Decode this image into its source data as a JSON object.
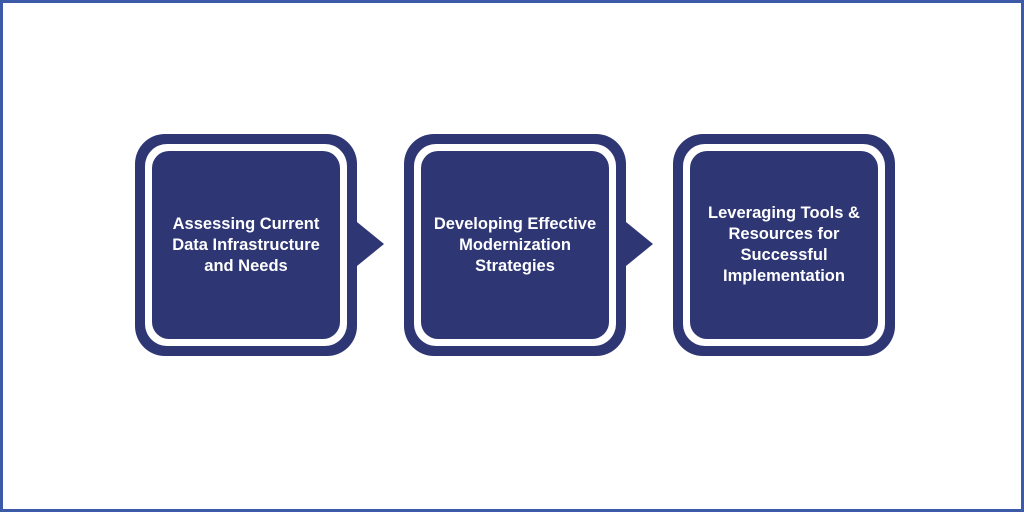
{
  "steps": [
    {
      "label": "Assessing Current Data Infrastructure and Needs"
    },
    {
      "label": "Developing Effective Modernization Strategies"
    },
    {
      "label": "Leveraging Tools & Resources for Successful Implementation"
    }
  ],
  "colors": {
    "frame_border": "#3d5aa8",
    "box_fill": "#2e3674",
    "box_text": "#ffffff",
    "background": "#ffffff"
  }
}
